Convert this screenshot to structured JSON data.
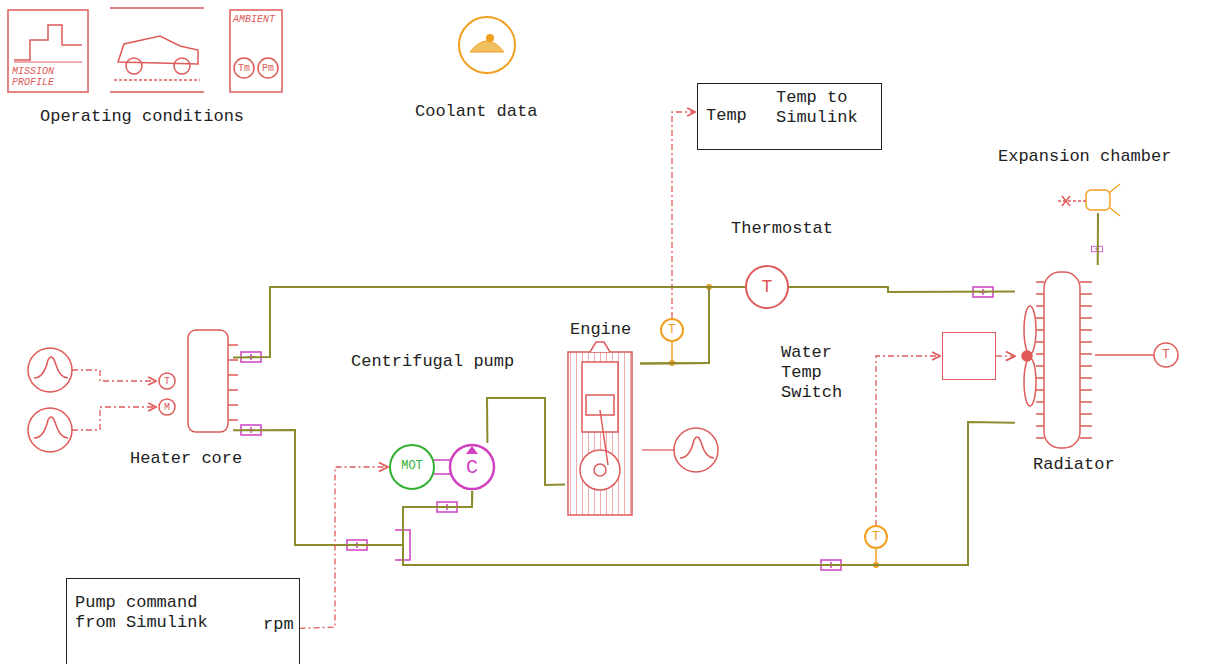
{
  "diagram": {
    "nodes": [
      {
        "text": [
          "Temp",
          "Temp to Simulink"
        ]
      },
      {
        "text": [
          "Expansion chamber"
        ]
      },
      {
        "text": [
          "Thermostat",
          "T"
        ]
      },
      {
        "text": [
          "Heater core"
        ]
      },
      {
        "text": [
          "Centrifugal pump"
        ]
      },
      {
        "text": [
          "Engine"
        ]
      },
      {
        "text": [
          "Water Temp Switch"
        ]
      },
      {
        "text": [
          "Radiator"
        ]
      },
      {
        "text": [
          "Pump command from Simulink",
          "rpm"
        ]
      }
    ],
    "edges": [
      {
        "from": 5,
        "to": 2,
        "arrow": "none"
      },
      {
        "from": 5,
        "to": 3,
        "arrow": "none"
      },
      {
        "from": 2,
        "to": 7,
        "arrow": "none"
      },
      {
        "from": 7,
        "to": 4,
        "arrow": "none"
      },
      {
        "from": 3,
        "to": 4,
        "arrow": "none"
      },
      {
        "from": 4,
        "to": 5,
        "arrow": "none"
      },
      {
        "from": 1,
        "to": 7,
        "arrow": "none"
      },
      {
        "from": 6,
        "to": 7,
        "arrow": "to"
      },
      {
        "from": 8,
        "to": 4,
        "arrow": "to"
      }
    ],
    "labels": [
      "Operating conditions",
      "Coolant data",
      "MISSION PROFILE",
      "AMBIENT",
      "Tm",
      "Pm",
      "T",
      "T",
      "T",
      "MOT",
      "C",
      "T",
      "M"
    ]
  }
}
